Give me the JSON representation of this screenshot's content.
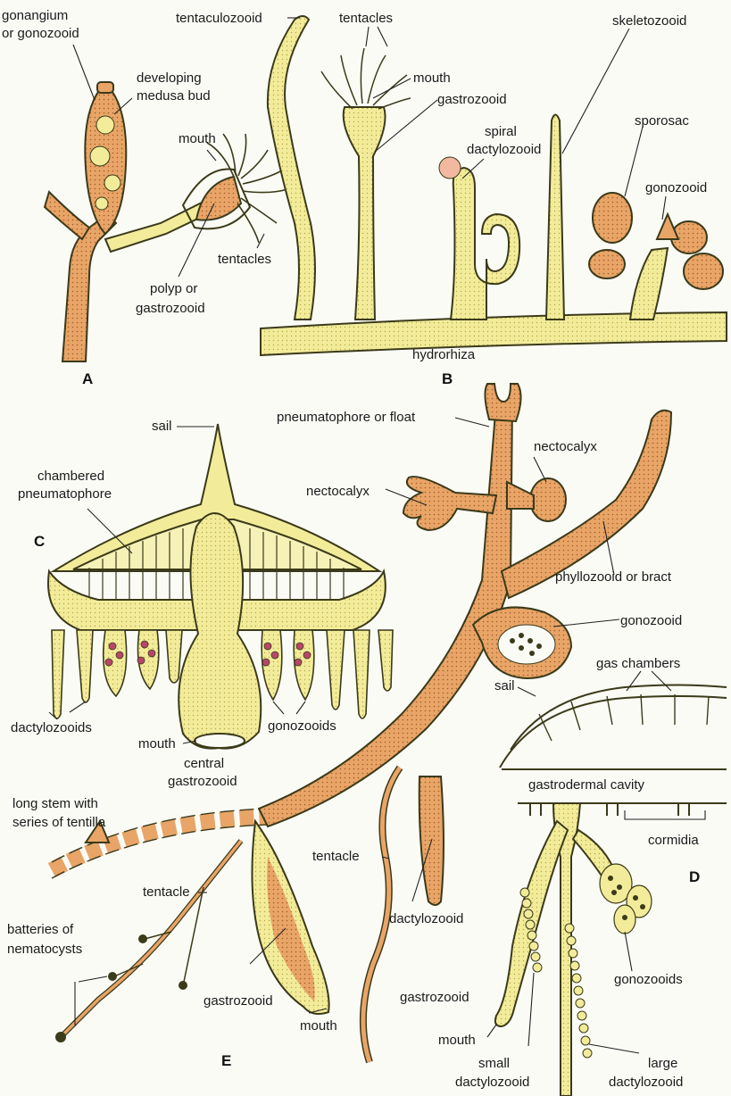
{
  "colors": {
    "yellow_tissue": "#f2ec9a",
    "orange_tissue": "#e8a567",
    "outline": "#3b3a1a",
    "background": "#fbfbf6"
  },
  "panels": {
    "A": {
      "letter": "A",
      "labels": {
        "gonangium": [
          "gonangium",
          "or gonozooid"
        ],
        "medusa_bud": [
          "developing",
          "medusa bud"
        ],
        "mouth": "mouth",
        "tentacles": "tentacles",
        "polyp": [
          "polyp or",
          "gastrozooid"
        ]
      }
    },
    "B": {
      "letter": "B",
      "labels": {
        "tentaculozooid": "tentaculozooid",
        "tentacles": "tentacles",
        "mouth": "mouth",
        "gastrozooid": "gastrozooid",
        "spiral_dactylozooid": [
          "spiral",
          "dactylozooid"
        ],
        "skeletozooid": "skeletozooid",
        "sporosac": "sporosac",
        "gonozooid": "gonozooid",
        "hydrorhiza": "hydrorhiza"
      }
    },
    "C": {
      "letter": "C",
      "labels": {
        "sail": "sail",
        "chambered_pneumatophore": [
          "chambered",
          "pneumatophore"
        ],
        "dactylozooids": "dactylozooids",
        "mouth": "mouth",
        "central_gastrozooid": [
          "central",
          "gastrozooid"
        ],
        "gonozooids": "gonozooids"
      }
    },
    "D": {
      "letter": "D",
      "labels": {
        "gas_chambers": "gas chambers",
        "sail": "sail",
        "gastrodermal_cavity": "gastrodermal cavity",
        "cormidia": "cormidia",
        "gonozooids": "gonozooids",
        "gastrozooid": "gastrozooid",
        "mouth": "mouth",
        "small_dactylozooid": [
          "small",
          "dactylozooid"
        ],
        "large_dactylozooid": [
          "large",
          "dactylozooid"
        ]
      }
    },
    "E": {
      "letter": "E",
      "labels": {
        "pneumatophore": "pneumatophore or float",
        "nectocalyx_1": "nectocalyx",
        "nectocalyx_2": "nectocalyx",
        "phyllozooid": "phyllozooid or bract",
        "gonozooid": "gonozooid",
        "long_stem": [
          "long stem with",
          "series of tentilla"
        ],
        "tentacle_1": "tentacle",
        "tentacle_2": "tentacle",
        "dactylozooid": "dactylozooid",
        "batteries": [
          "batteries of",
          "nematocysts"
        ],
        "gastrozooid": "gastrozooid",
        "mouth": "mouth"
      }
    }
  }
}
